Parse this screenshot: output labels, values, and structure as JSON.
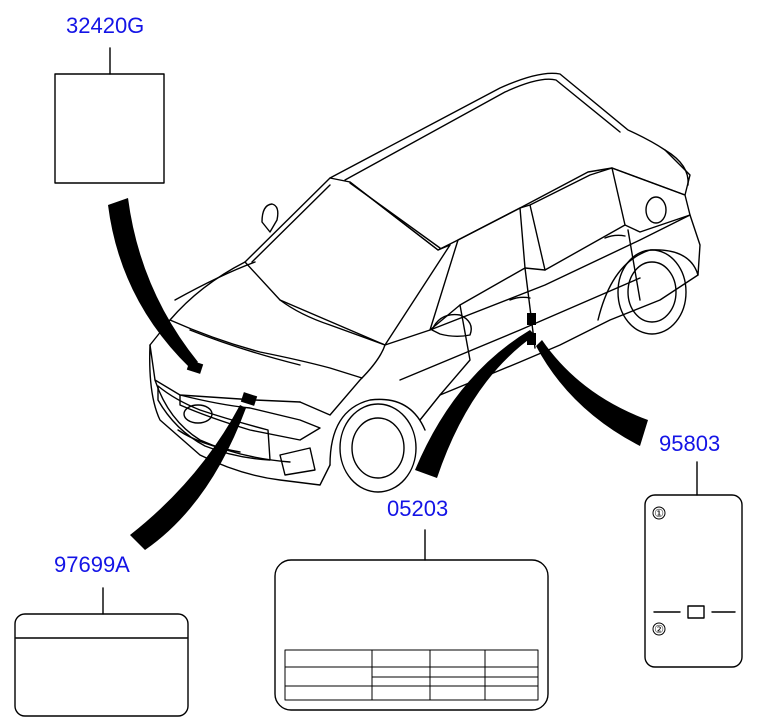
{
  "diagram": {
    "callouts": [
      {
        "id": "label-32420G",
        "text": "32420G"
      },
      {
        "id": "label-97699A",
        "text": "97699A"
      },
      {
        "id": "label-05203",
        "text": "05203"
      },
      {
        "id": "label-95803",
        "text": "95803"
      }
    ],
    "markers": {
      "one": "①",
      "two": "②"
    },
    "colors": {
      "callout_text": "#1414e6",
      "line": "#000000",
      "fill_black": "#000000"
    }
  }
}
